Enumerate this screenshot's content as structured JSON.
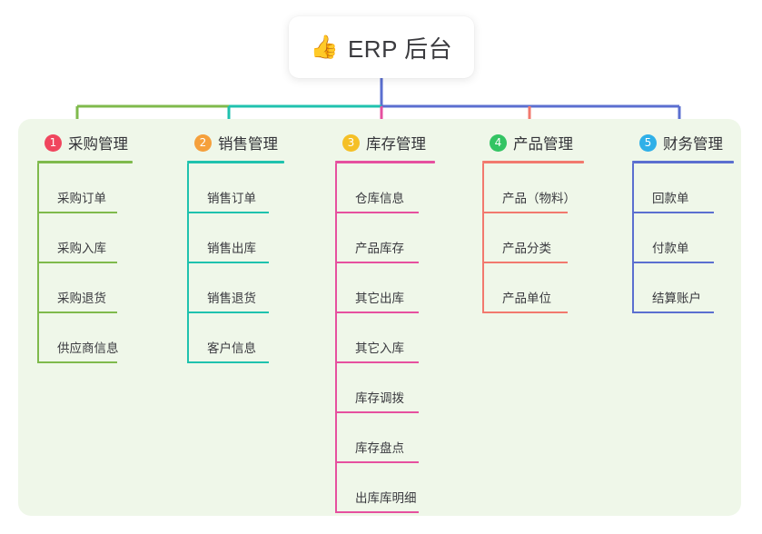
{
  "root": {
    "icon": "thumbs-up-icon",
    "emoji": "👍",
    "title": "ERP 后台"
  },
  "colors": {
    "panel_bg": "#eff7e9",
    "card_bg": "#ffffff",
    "text": "#333338",
    "branch_1": "#7FBA4C",
    "branch_2": "#1FC2AE",
    "branch_3": "#E6509F",
    "branch_4": "#F2796E",
    "branch_5": "#5B6FD0",
    "badge_1": "#F0465E",
    "badge_2": "#F5A03C",
    "badge_3": "#F5C026",
    "badge_4": "#33C463",
    "badge_5": "#2FB0E8",
    "root_stem": "#5B6FD0"
  },
  "branches": [
    {
      "number": "1",
      "title": "采购管理",
      "line_color": "#7FBA4C",
      "badge_color": "#F0465E",
      "items": [
        {
          "label": "采购订单"
        },
        {
          "label": "采购入库"
        },
        {
          "label": "采购退货"
        },
        {
          "label": "供应商信息"
        }
      ]
    },
    {
      "number": "2",
      "title": "销售管理",
      "line_color": "#1FC2AE",
      "badge_color": "#F5A03C",
      "items": [
        {
          "label": "销售订单"
        },
        {
          "label": "销售出库"
        },
        {
          "label": "销售退货"
        },
        {
          "label": "客户信息"
        }
      ]
    },
    {
      "number": "3",
      "title": "库存管理",
      "line_color": "#E6509F",
      "badge_color": "#F5C026",
      "items": [
        {
          "label": "仓库信息"
        },
        {
          "label": "产品库存"
        },
        {
          "label": "其它出库"
        },
        {
          "label": "其它入库"
        },
        {
          "label": "库存调拨"
        },
        {
          "label": "库存盘点"
        },
        {
          "label": "出库库明细"
        }
      ]
    },
    {
      "number": "4",
      "title": "产品管理",
      "line_color": "#F2796E",
      "badge_color": "#33C463",
      "items": [
        {
          "label": "产品（物料）"
        },
        {
          "label": "产品分类"
        },
        {
          "label": "产品单位"
        }
      ]
    },
    {
      "number": "5",
      "title": "财务管理",
      "line_color": "#5B6FD0",
      "badge_color": "#2FB0E8",
      "items": [
        {
          "label": "回款单"
        },
        {
          "label": "付款单"
        },
        {
          "label": "结算账户"
        }
      ]
    }
  ]
}
